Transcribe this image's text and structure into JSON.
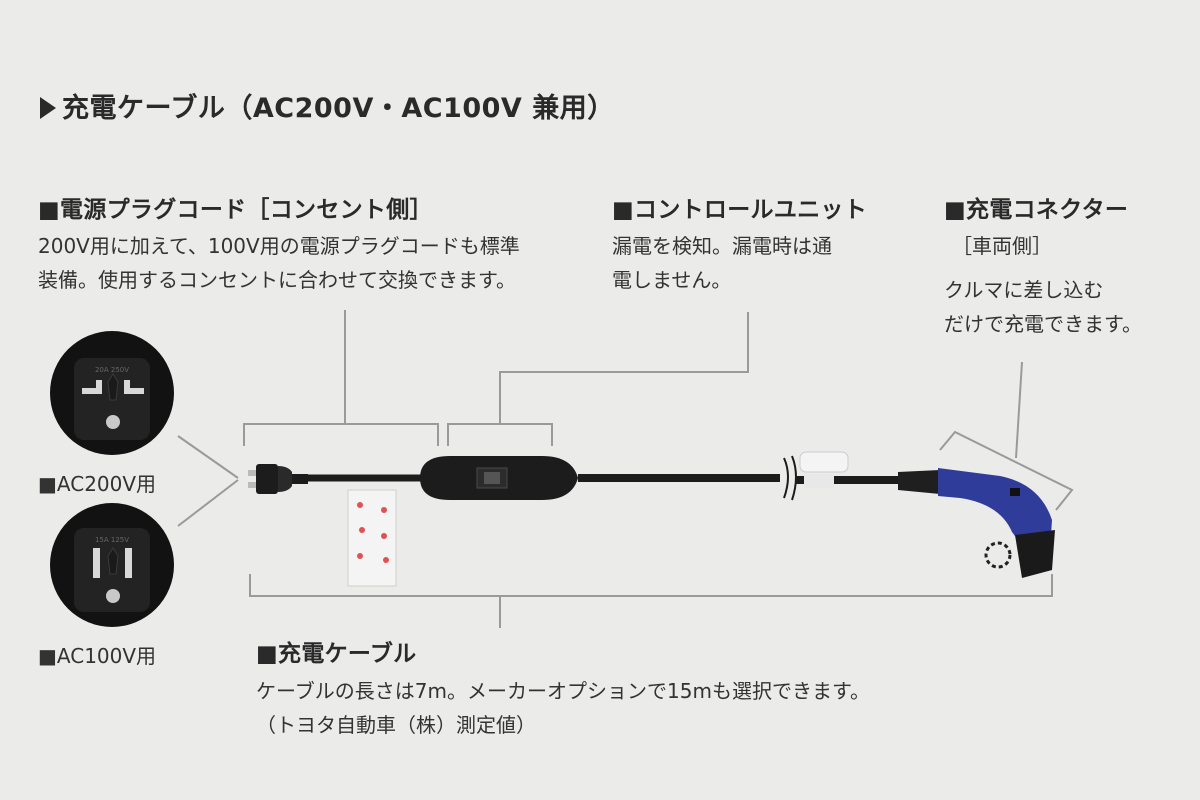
{
  "title": "▶充電ケーブル（AC200V・AC100V 兼用）",
  "title_text": "充電ケーブル（AC200V・AC100V 兼用）",
  "sections": {
    "plug_cord": {
      "heading": "■電源プラグコード［コンセント側］",
      "lines": [
        "200V用に加えて、100V用の電源プラグコードも標準",
        "装備。使用するコンセントに合わせて交換できます。"
      ]
    },
    "control_unit": {
      "heading": "■コントロールユニット",
      "lines": [
        "漏電を検知。漏電時は通",
        "電しません。"
      ]
    },
    "connector": {
      "heading": "■充電コネクター",
      "sub": "［車両側］",
      "lines": [
        "クルマに差し込む",
        "だけで充電できます。"
      ]
    },
    "cable": {
      "heading": "■充電ケーブル",
      "lines": [
        "ケーブルの長さは7m。メーカーオプションで15mも選択できます。",
        "（トヨタ自動車（株）測定値）"
      ]
    }
  },
  "plugs": {
    "ac200": {
      "label": "■AC200V用",
      "rating": "20A 250V"
    },
    "ac100": {
      "label": "■AC100V用",
      "rating": "15A 125V"
    }
  },
  "colors": {
    "background": "#ebebea",
    "text": "#2a2a2a",
    "leader": "#9a9a9a",
    "connector_blue": "#2f3c9a",
    "cable": "#1c1c1c"
  }
}
